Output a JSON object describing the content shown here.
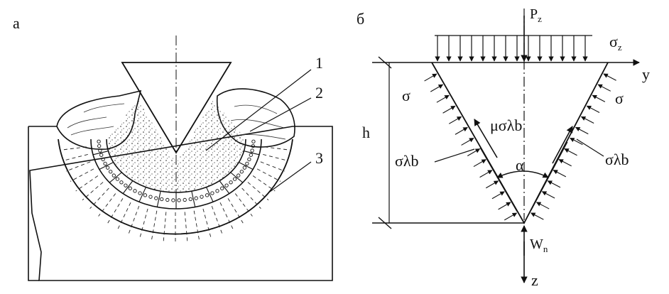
{
  "panel_a": {
    "letter": "а",
    "zones": [
      "1",
      "2",
      "3"
    ]
  },
  "panel_b": {
    "letter": "б",
    "force_top": "P",
    "force_top_sub": "z",
    "sigma_z": "σ",
    "sigma_z_sub": "z",
    "axis_y": "y",
    "axis_z": "z",
    "height": "h",
    "angle": "α",
    "sigma_left": "σ",
    "sigma_right": "σ",
    "friction": "μσλb",
    "normal_left": "σλb",
    "normal_right": "σλb",
    "force_bottom": "W",
    "force_bottom_sub": "n"
  }
}
